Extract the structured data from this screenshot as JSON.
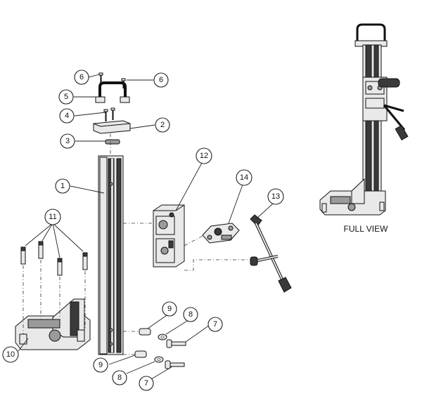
{
  "diagram": {
    "full_view_label": "FULL VIEW",
    "callouts": {
      "c6a": "6",
      "c6b": "6",
      "c5": "5",
      "c4": "4",
      "c2": "2",
      "c3": "3",
      "c1": "1",
      "c12": "12",
      "c14": "14",
      "c13": "13",
      "c11": "11",
      "c10": "10",
      "c9a": "9",
      "c8a": "8",
      "c7a": "7",
      "c9b": "9",
      "c8b": "8",
      "c7b": "7"
    }
  }
}
